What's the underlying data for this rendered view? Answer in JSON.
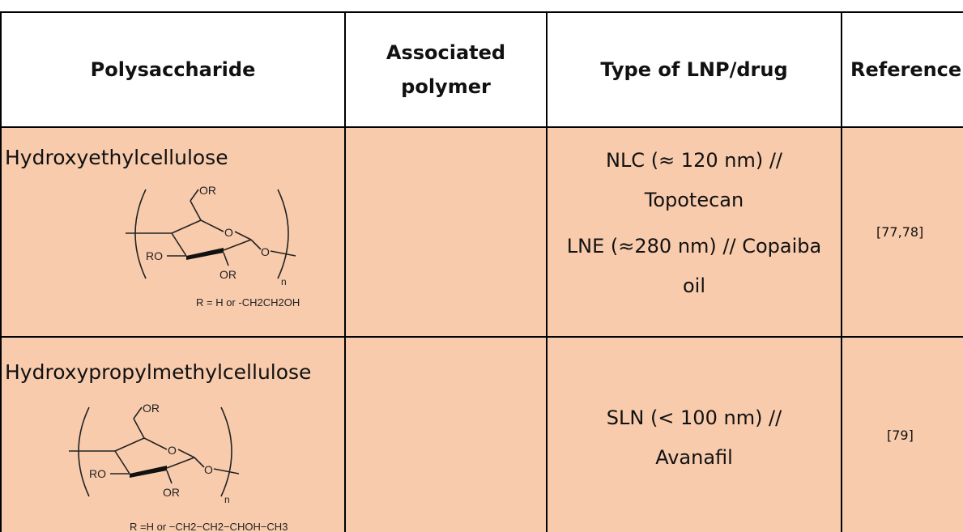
{
  "table": {
    "headers": {
      "polysaccharide": "Polysaccharide",
      "associated_polymer": "Associated polymer",
      "type_of_lnp": "Type of LNP/drug",
      "reference": "Reference"
    },
    "rows": [
      {
        "polysaccharide": "Hydroxyethylcellulose",
        "structure_substituent": "R = H or -CH2CH2OH",
        "associated_polymer": "",
        "lnp_lines": [
          "NLC (≈ 120 nm) //",
          "Topotecan",
          "LNE (≈280 nm) // Copaiba",
          "oil"
        ],
        "reference": "[77,78]"
      },
      {
        "polysaccharide": "Hydroxypropylmethylcellulose",
        "structure_substituent": "R =H or −CH2−CH2−CHOH−CH3",
        "associated_polymer": "",
        "lnp_lines": [
          "SLN (< 100 nm) //",
          "Avanafil"
        ],
        "reference": "[79]"
      }
    ]
  },
  "colors": {
    "row_fill": "#f8cbad",
    "border": "#000000",
    "header_bg": "#ffffff"
  }
}
